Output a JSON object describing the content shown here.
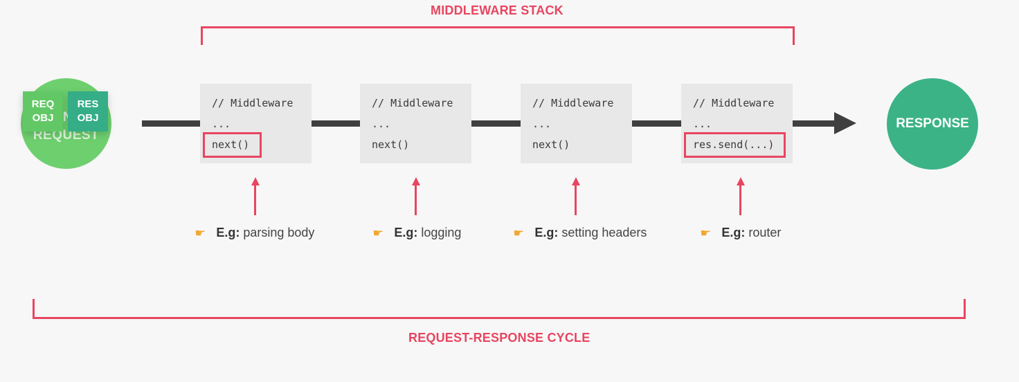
{
  "titles": {
    "stack": "MIDDLEWARE STACK",
    "cycle": "REQUEST-RESPONSE CYCLE"
  },
  "request": {
    "label": "REQUEST",
    "label_fragment": "N",
    "req_obj": [
      "REQ",
      "OBJ"
    ],
    "res_obj": [
      "RES",
      "OBJ"
    ]
  },
  "response": {
    "label": "RESPONSE"
  },
  "middlewares": [
    {
      "comment": "// Middleware",
      "dots": "...",
      "call": "next()",
      "highlighted": true
    },
    {
      "comment": "// Middleware",
      "dots": "...",
      "call": "next()",
      "highlighted": false
    },
    {
      "comment": "// Middleware",
      "dots": "...",
      "call": "next()",
      "highlighted": false
    },
    {
      "comment": "// Middleware",
      "dots": "...",
      "call": "res.send(...)",
      "highlighted": true
    }
  ],
  "examples": [
    {
      "prefix": "E.g:",
      "text": "parsing body",
      "icon": "pointing-hand-icon"
    },
    {
      "prefix": "E.g:",
      "text": "logging",
      "icon": "pointing-hand-icon"
    },
    {
      "prefix": "E.g:",
      "text": "setting headers",
      "icon": "pointing-hand-icon"
    },
    {
      "prefix": "E.g:",
      "text": "router",
      "icon": "pointing-hand-icon"
    }
  ],
  "colors": {
    "accent": "#e84560",
    "request_green": "#6ecf6e",
    "response_green": "#3bb386",
    "flow_line": "#3f3f3f",
    "box_bg": "#e8e8e8"
  }
}
